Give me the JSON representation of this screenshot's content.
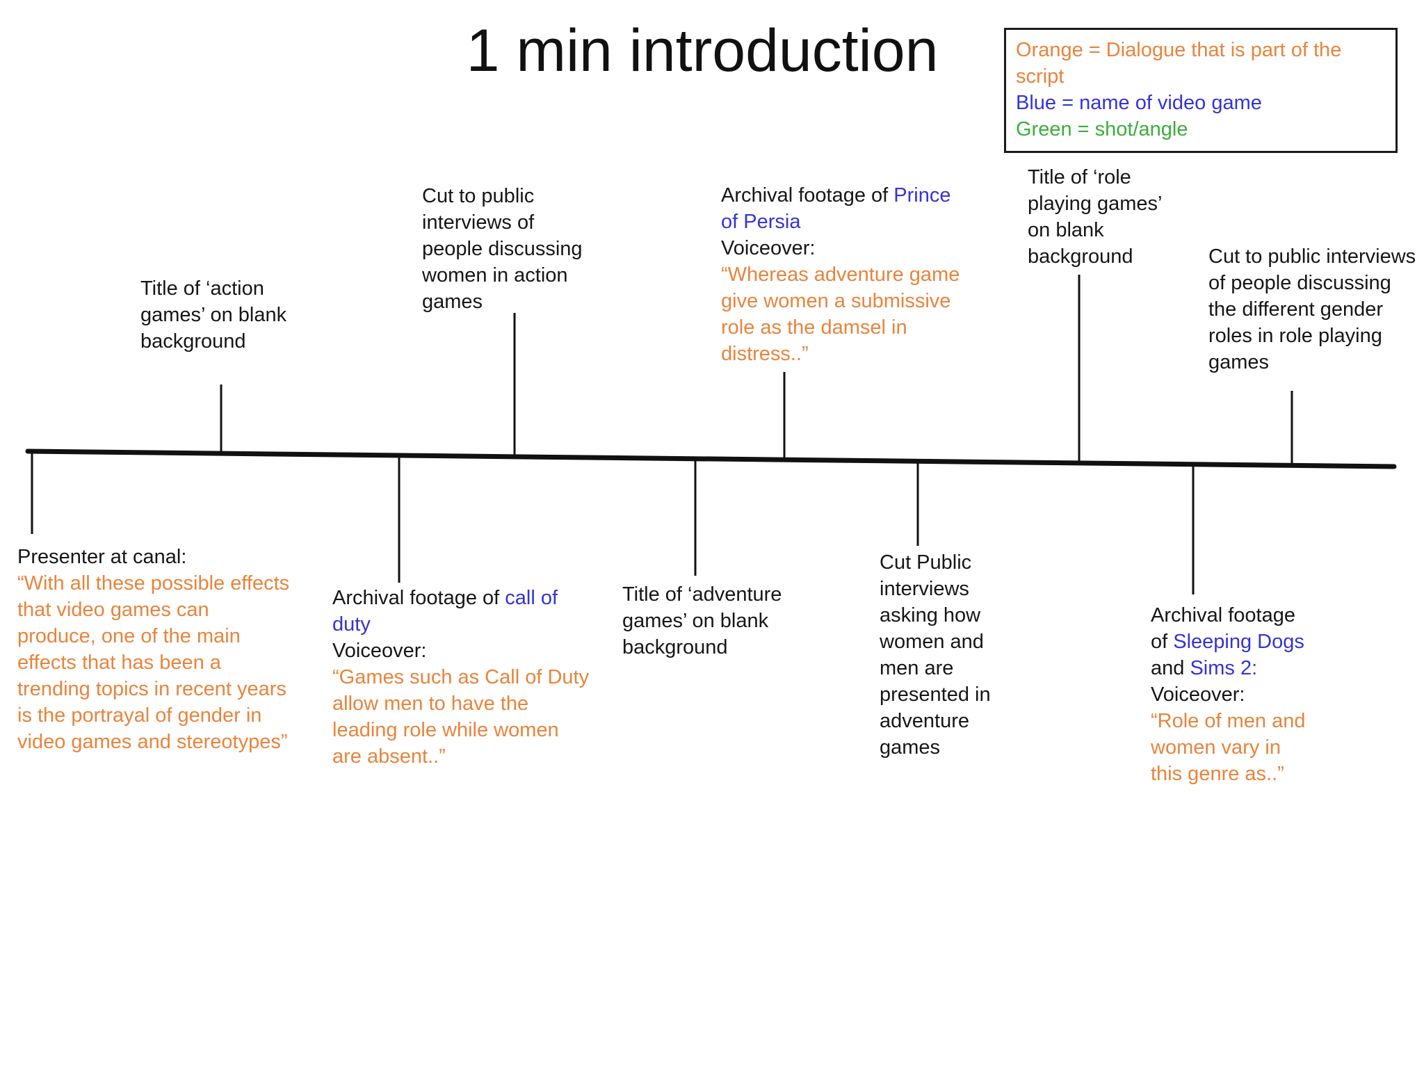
{
  "title": "1 min introduction",
  "legend": {
    "orange": "Orange = Dialogue that is part of the script",
    "blue": "Blue = name of video game",
    "green": "Green = shot/angle"
  },
  "colors": {
    "dialogue_orange": "#E8843C",
    "game_blue": "#3434D6",
    "shot_green": "#3CAD3C",
    "ink": "#161616"
  },
  "events": {
    "above": [
      {
        "text": "Title of ‘action games’ on blank background"
      },
      {
        "text": "Cut to public interviews of people discussing women in action games"
      },
      {
        "intro": "Archival footage of ",
        "game": "Prince of Persia",
        "voice": "Voiceover:",
        "quote": "“Whereas adventure game give women a submissive role as the damsel in distress..”"
      },
      {
        "text": "Title of ‘role playing games’ on blank background"
      },
      {
        "text": "Cut to public interviews of people discussing the different gender roles in role playing games"
      }
    ],
    "below": [
      {
        "label": "Presenter at canal:",
        "quote": "“With all these possible effects that video games can produce, one of the main effects that has been a trending topics in recent years is the portrayal of gender in video games and stereotypes”"
      },
      {
        "intro": "Archival footage of ",
        "game": "call of duty",
        "voice": "Voiceover:",
        "quote": "“Games such as Call of Duty allow men to have the leading role while women are absent..”"
      },
      {
        "text": "Title of ‘adventure games’ on blank background"
      },
      {
        "text": "Cut Public interviews asking how women and men are presented in adventure games"
      },
      {
        "intro": "Archival footage of ",
        "game1": "Sleeping Dogs",
        "joiner": " and ",
        "game2": "Sims 2:",
        "voice": "Voiceover:",
        "quote": "“Role of men and women vary in this genre as..”"
      }
    ]
  }
}
